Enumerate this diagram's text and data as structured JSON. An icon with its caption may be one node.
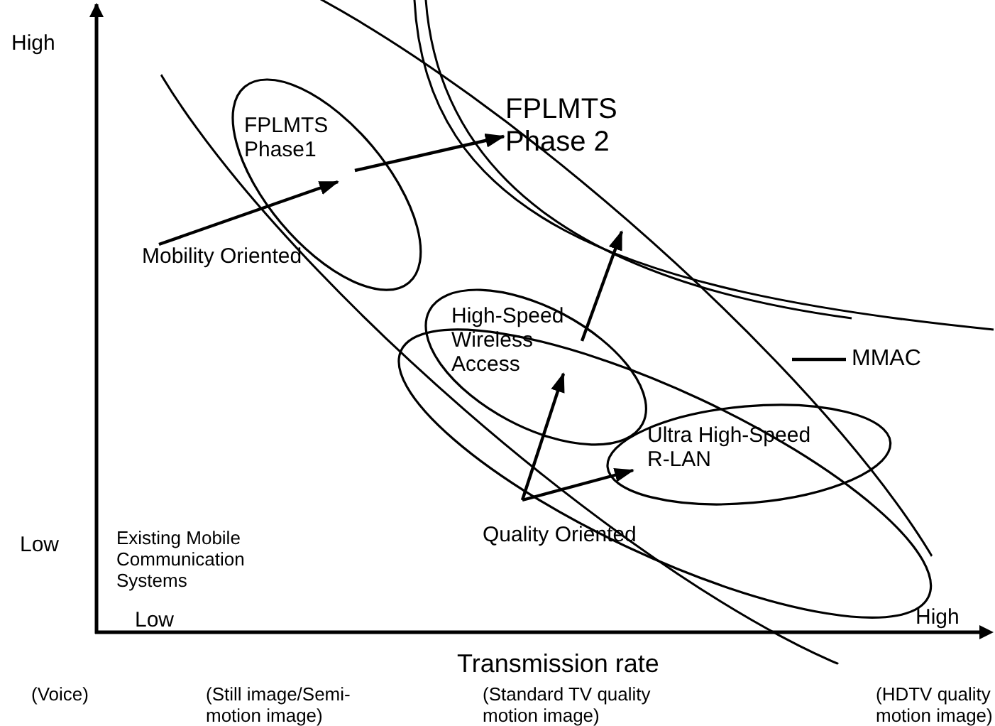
{
  "diagram": {
    "nodes": [
      {
        "text": [
          "FPLMTS Phase1"
        ]
      },
      {
        "text": [
          "FPLMTS Phase 2"
        ]
      },
      {
        "text": [
          "Mobility Oriented"
        ]
      },
      {
        "text": [],
        "shape": "ellipse"
      },
      {
        "text": [
          "High-Speed Wireless Access"
        ]
      },
      {
        "text": [
          "MMAC"
        ]
      },
      {
        "text": [
          "Ultra High-Speed R-LAN"
        ],
        "in": 3
      },
      {
        "text": [
          "Quality Oriented"
        ]
      }
    ],
    "edges": [
      {
        "from": 2,
        "to": 0,
        "arrow": "to"
      },
      {
        "from": 0,
        "to": 1,
        "arrow": "to"
      },
      {
        "from": 4,
        "to": 1,
        "arrow": "to"
      },
      {
        "from": 7,
        "to": 4,
        "arrow": "to"
      },
      {
        "from": 7,
        "to": 6,
        "arrow": "to"
      },
      {
        "from": 5,
        "to": 3,
        "arrow": "none"
      }
    ],
    "labels": [
      "High",
      "Low",
      "Existing Mobile Communication Systems",
      "Low",
      "Transmission rate",
      "High",
      "(Voice)",
      "(Still image/Semi-motion image)",
      "(Standard TV quality motion image)",
      "(HDTV quality motion image)"
    ]
  }
}
